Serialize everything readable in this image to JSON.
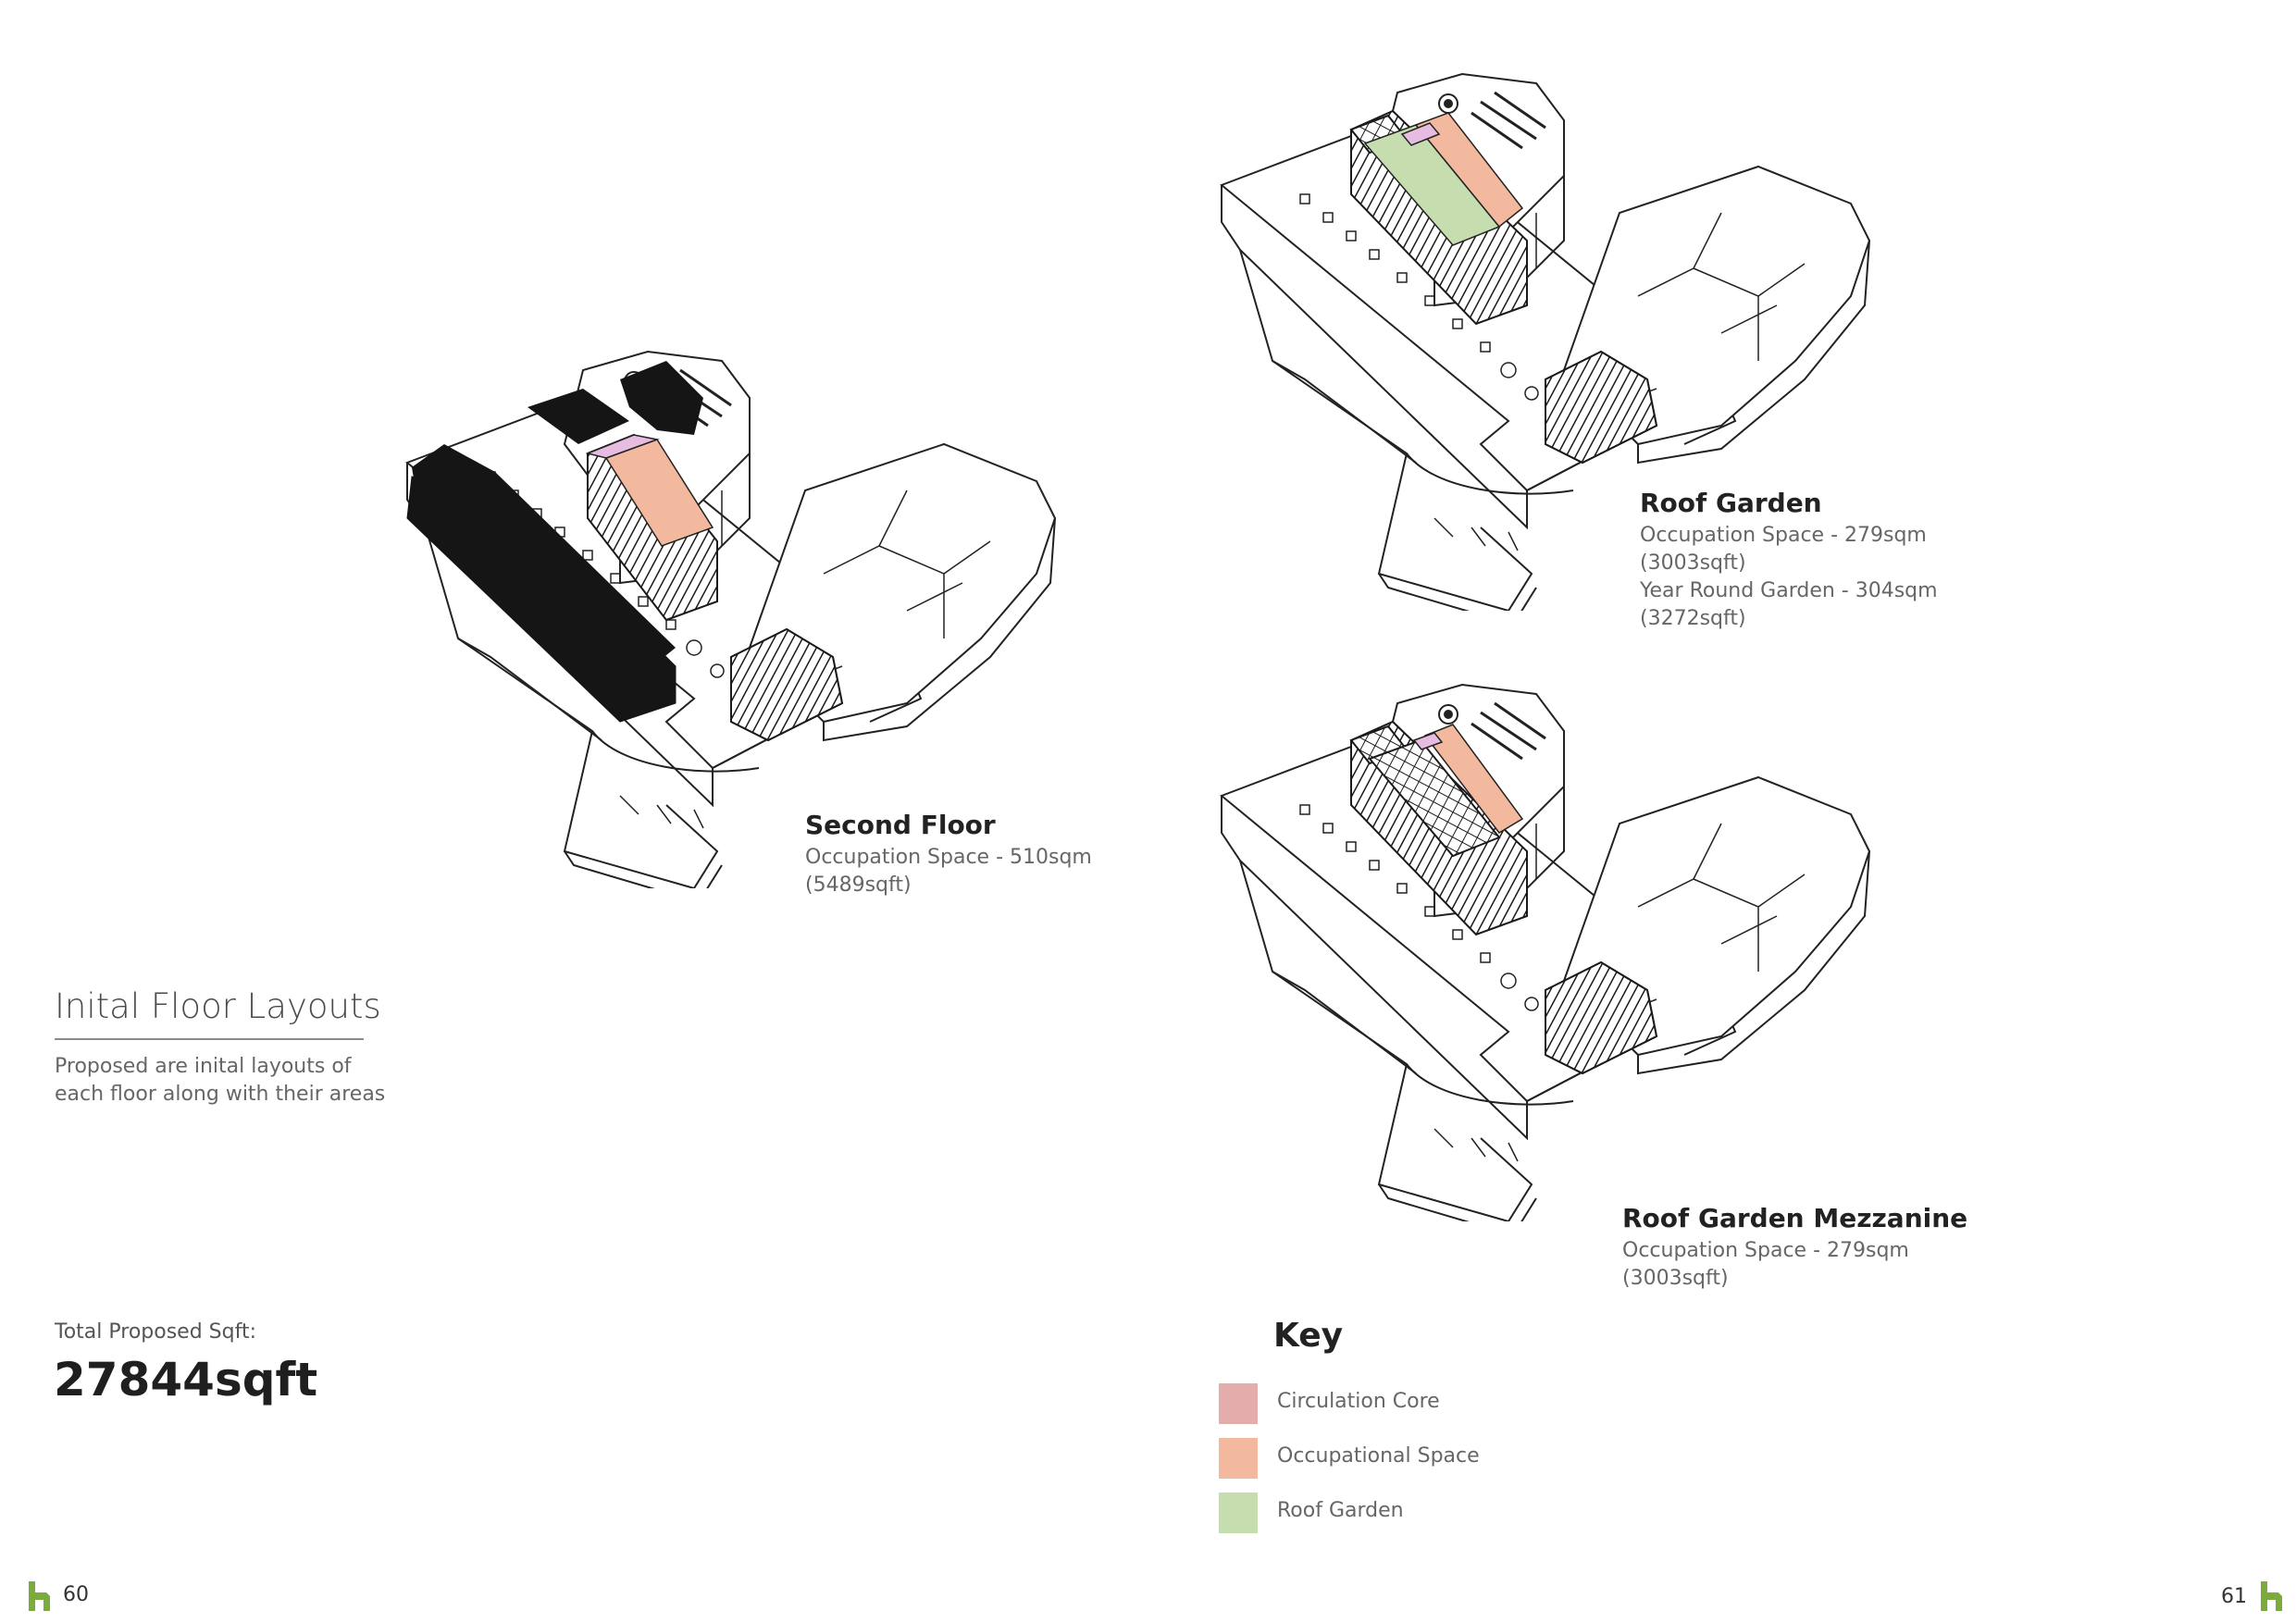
{
  "left_page": {
    "title": "Inital Floor Layouts",
    "description": [
      "Proposed are inital layouts of",
      "each floor along with their areas"
    ],
    "total_label": "Total Proposed Sqft:",
    "total_value": "27844sqft",
    "page_number": "60"
  },
  "floors": [
    {
      "title": "Second Floor",
      "lines": [
        "Occupation Space - 510sqm",
        "(5489sqft)"
      ]
    },
    {
      "title": "Roof Garden",
      "lines": [
        "Occupation Space - 279sqm",
        "(3003sqft)",
        "Year Round Garden - 304sqm",
        "(3272sqft)"
      ]
    },
    {
      "title": "Roof Garden Mezzanine",
      "lines": [
        "Occupation Space - 279sqm",
        "(3003sqft)"
      ]
    }
  ],
  "key": {
    "title": "Key",
    "items": [
      {
        "label": "Circulation Core",
        "color": "#e2adab"
      },
      {
        "label": "Occupational Space",
        "color": "#f3b99e"
      },
      {
        "label": "Roof Garden",
        "color": "#c6deaf"
      }
    ]
  },
  "right_page": {
    "page_number": "61"
  },
  "colors": {
    "logo": "#7bab3c",
    "massing": "#151515",
    "pink": "#e6bde0"
  }
}
